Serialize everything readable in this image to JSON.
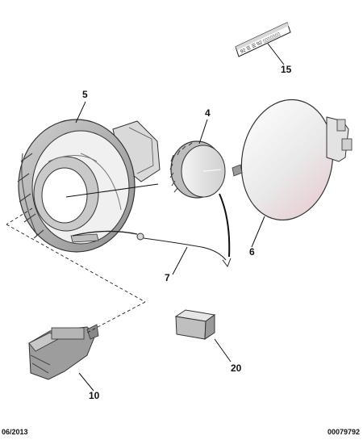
{
  "callouts": {
    "c5": "5",
    "c4": "4",
    "c15": "15",
    "c6": "6",
    "c7": "7",
    "c20": "20",
    "c10": "10"
  },
  "label_plate": {
    "text": "92 ☰ ☰ 92 ▯▯▯▯▯▯▯"
  },
  "footer": {
    "date": "06/2013",
    "reference": "00079792"
  },
  "colors": {
    "line": "#111111",
    "part_light": "#e6e6e6",
    "part_mid": "#bdbdbd",
    "part_dark": "#7a7a7a",
    "lid_pink_shade": "#e8c6cc"
  }
}
